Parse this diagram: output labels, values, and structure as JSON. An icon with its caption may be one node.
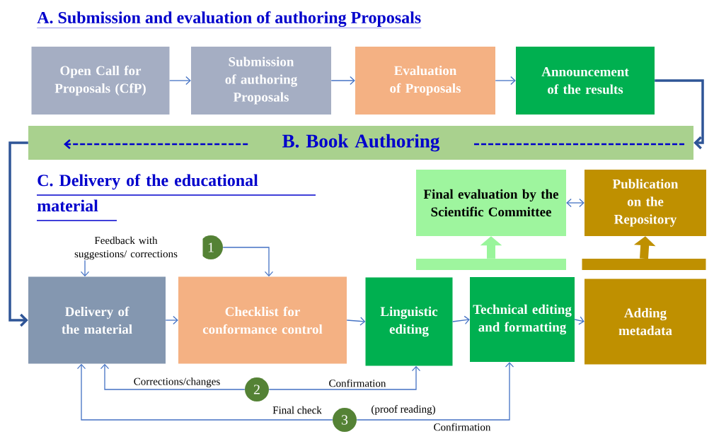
{
  "diagram": {
    "title": "A. Submission and evaluation of authoring Proposals",
    "nodes": [
      {
        "text": [
          "Open Call for Proposals (CfP)"
        ]
      },
      {
        "text": [
          "Submission of authoring Proposals"
        ]
      },
      {
        "text": [
          "Evaluation of Proposals"
        ]
      },
      {
        "text": [
          "Announcement of the results"
        ]
      },
      {
        "text": [
          "B.  Book Authoring"
        ]
      },
      {
        "text": [
          "Final evaluation by the Scientific Committee"
        ]
      },
      {
        "text": [
          "Publication on the Repository"
        ]
      },
      {
        "text": [
          "Delivery of the material"
        ]
      },
      {
        "text": [
          "Checklist for conformance control"
        ]
      },
      {
        "text": [
          "Linguistic editing"
        ]
      },
      {
        "text": [
          "Technical editing and formatting"
        ]
      },
      {
        "text": [
          "Adding metadata"
        ]
      },
      {
        "text": [
          "1"
        ]
      },
      {
        "text": [
          "2"
        ]
      },
      {
        "text": [
          "3"
        ]
      },
      {
        "text": [],
        "shape": "bar"
      },
      {
        "text": [],
        "shape": "bar"
      }
    ],
    "edges": [
      {
        "from": 0,
        "to": 1,
        "arrow": "to"
      },
      {
        "from": 1,
        "to": 2,
        "arrow": "to"
      },
      {
        "from": 2,
        "to": 3,
        "arrow": "to"
      },
      {
        "from": 3,
        "to": 4,
        "arrow": "to",
        "style": "thick",
        "color": "#2f5597"
      },
      {
        "from": 4,
        "to": 7,
        "arrow": "to",
        "style": "thick",
        "color": "#2f5597"
      },
      {
        "from": 5,
        "to": 6,
        "arrow": "both"
      },
      {
        "from": 7,
        "to": 8,
        "arrow": "to"
      },
      {
        "from": 8,
        "to": 9,
        "arrow": "to"
      },
      {
        "from": 9,
        "to": 10,
        "arrow": "to"
      },
      {
        "from": 10,
        "to": 11,
        "arrow": "to"
      },
      {
        "from": 12,
        "to": 7,
        "arrow": "to",
        "label": "Feedback with suggestions/ corrections"
      },
      {
        "from": 12,
        "to": 8,
        "arrow": "to"
      },
      {
        "from": 13,
        "to": 7,
        "arrow": "to",
        "label": "Corrections/changes"
      },
      {
        "from": 13,
        "to": 9,
        "arrow": "to",
        "label": "Confirmation"
      },
      {
        "from": 14,
        "to": 7,
        "arrow": "to",
        "label": "Final check"
      },
      {
        "from": 14,
        "to": 10,
        "arrow": "to",
        "label": "Confirmation"
      },
      {
        "from": 15,
        "to": 5,
        "arrow": "to",
        "style": "thick",
        "color": "#99f59b"
      },
      {
        "from": 16,
        "to": 6,
        "arrow": "to",
        "style": "thick",
        "color": "#bf9000"
      }
    ],
    "labels": [
      "C. Delivery of the educational material",
      "(proof reading)"
    ]
  }
}
